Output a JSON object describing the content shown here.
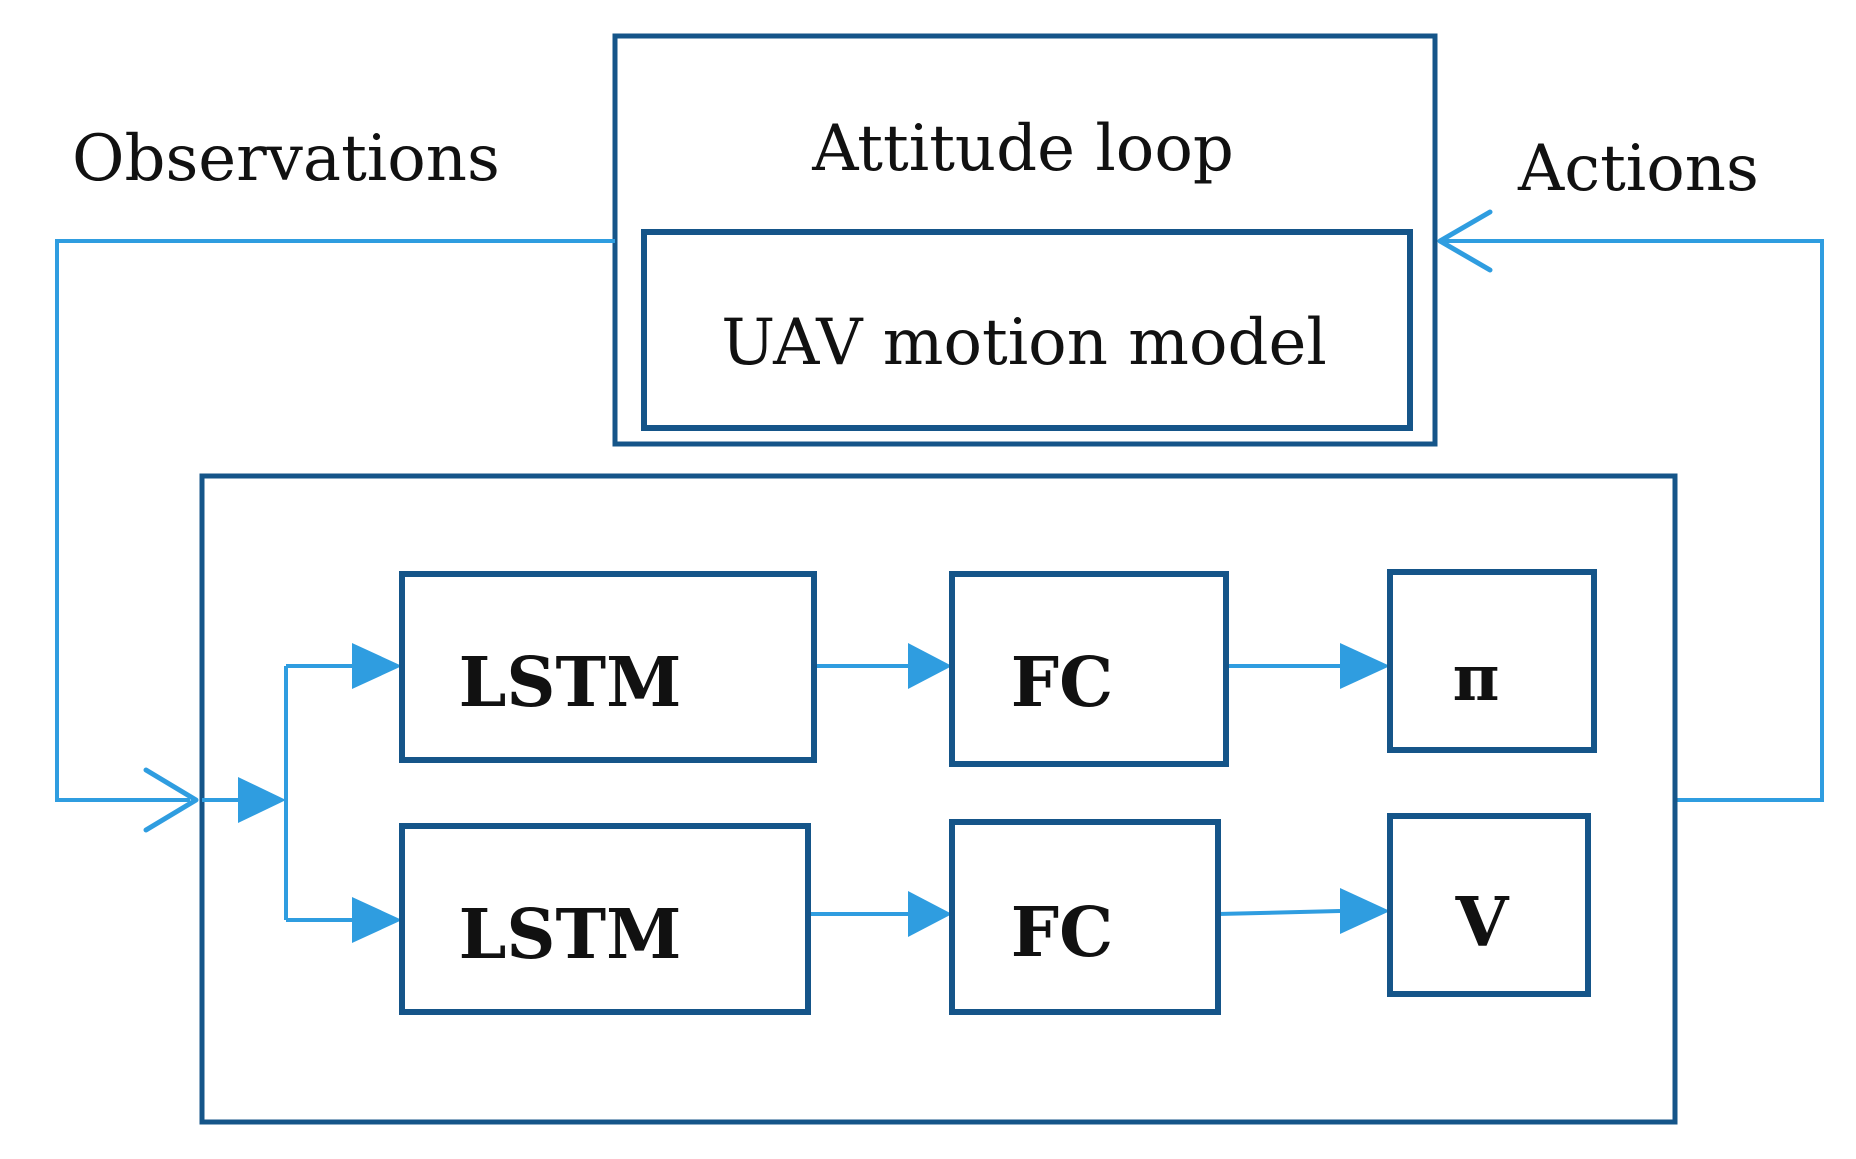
{
  "labels": {
    "observations": "Observations",
    "actions": "Actions",
    "attitude_loop": "Attitude loop",
    "uav_model": "UAV motion model"
  },
  "network": {
    "top_row": {
      "lstm": "LSTM",
      "fc": "FC",
      "output": "π"
    },
    "bottom_row": {
      "lstm": "LSTM",
      "fc": "FC",
      "output": "V"
    }
  },
  "colors": {
    "box_stroke": "#155589",
    "flow": "#2f9de0",
    "text": "#111111"
  }
}
